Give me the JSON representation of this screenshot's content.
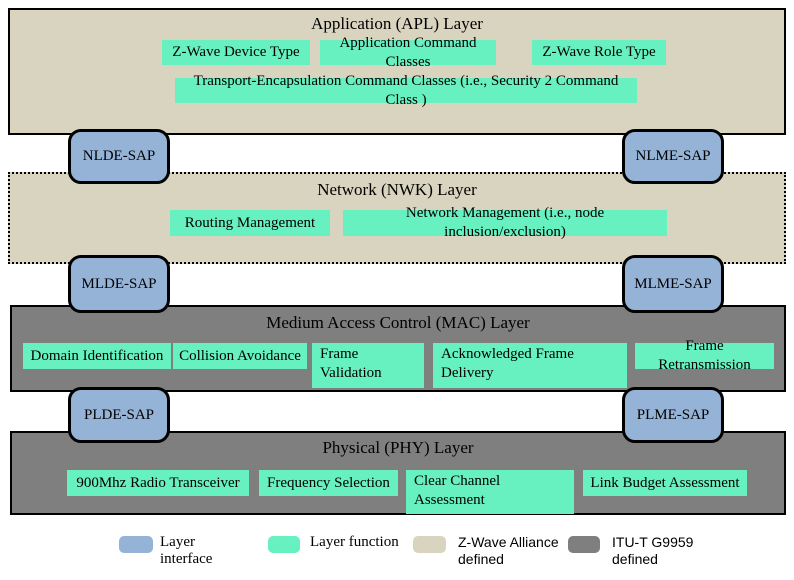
{
  "colors": {
    "layer_interface_blue": "#95B3D7",
    "layer_function_green": "#67F1C1",
    "zwave_alliance_beige": "#D9D4BF",
    "itu_gray": "#7F7F7F"
  },
  "layers": {
    "apl": {
      "title": "Application (APL) Layer",
      "functions": [
        "Z-Wave Device Type",
        "Application Command Classes",
        "Z-Wave Role Type",
        "Transport-Encapsulation Command Classes (i.e., Security 2 Command Class )"
      ]
    },
    "nwk": {
      "title": "Network (NWK) Layer",
      "functions": [
        "Routing Management",
        "Network Management (i.e., node inclusion/exclusion)"
      ]
    },
    "mac": {
      "title": "Medium Access Control (MAC) Layer",
      "functions": [
        "Domain Identification",
        "Collision Avoidance",
        "Frame Validation",
        "Acknowledged Frame Delivery",
        "Frame Retransmission"
      ]
    },
    "phy": {
      "title": "Physical (PHY) Layer",
      "functions": [
        "900Mhz Radio Transceiver",
        "Frequency Selection",
        "Clear Channel Assessment",
        "Link Budget Assessment"
      ]
    }
  },
  "saps": {
    "nlde": "NLDE-SAP",
    "nlme": "NLME-SAP",
    "mlde": "MLDE-SAP",
    "mlme": "MLME-SAP",
    "plde": "PLDE-SAP",
    "plme": "PLME-SAP"
  },
  "legend": {
    "items": [
      {
        "label": "Layer interface",
        "color_key": "layer_interface_blue"
      },
      {
        "label": "Layer function",
        "color_key": "layer_function_green"
      },
      {
        "label": "Z-Wave Alliance defined",
        "color_key": "zwave_alliance_beige"
      },
      {
        "label": "ITU-T G9959 defined",
        "color_key": "itu_gray"
      }
    ]
  }
}
